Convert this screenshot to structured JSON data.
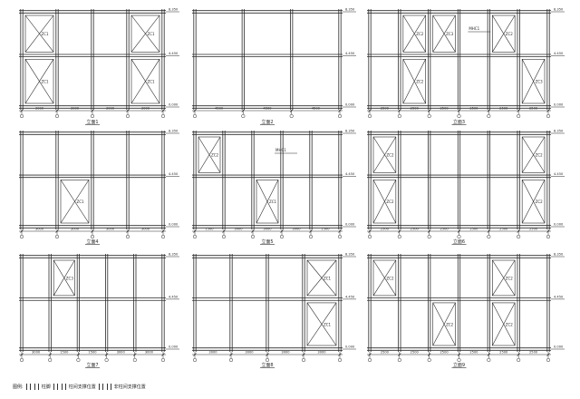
{
  "sheet_title": "",
  "panels": [
    {
      "id": "p1",
      "title": "立面1",
      "col_dims": [
        "3000",
        "3000",
        "3000",
        "3000"
      ],
      "row_marks": [
        "8.350",
        "4.450",
        "0.000"
      ],
      "braced_bays": [
        [
          0,
          0
        ],
        [
          0,
          1
        ],
        [
          3,
          0
        ],
        [
          3,
          1
        ]
      ],
      "brace_tags": [
        "ZC1",
        "ZC1",
        "ZC1",
        "ZC1"
      ]
    },
    {
      "id": "p2",
      "title": "立面2",
      "col_dims": [
        "4500",
        "4500",
        "4500"
      ],
      "row_marks": [
        "8.350",
        "4.450",
        "0.000"
      ],
      "braced_bays": [],
      "brace_tags": []
    },
    {
      "id": "p3",
      "title": "立面3",
      "col_dims": [
        "2500",
        "2500",
        "2500",
        "2500",
        "2500",
        "2500"
      ],
      "row_marks": [
        "8.350",
        "4.450",
        "0.000"
      ],
      "braced_bays": [
        [
          1,
          0
        ],
        [
          1,
          1
        ],
        [
          2,
          0
        ],
        [
          4,
          0
        ],
        [
          5,
          1
        ]
      ],
      "brace_tags": [
        "ZC2",
        "ZC2",
        "ZC3",
        "ZC2",
        "ZC3"
      ],
      "note": "MHC1"
    },
    {
      "id": "p4",
      "title": "立面4",
      "col_dims": [
        "3000",
        "3000",
        "3000",
        "3000"
      ],
      "row_marks": [
        "8.350",
        "4.450",
        "0.000"
      ],
      "braced_bays": [
        [
          1,
          1
        ]
      ],
      "brace_tags": [
        "ZC1"
      ]
    },
    {
      "id": "p5",
      "title": "立面5",
      "col_dims": [
        "1500",
        "3000",
        "3000",
        "3000",
        "1500"
      ],
      "row_marks": [
        "8.350",
        "4.450",
        "0.000"
      ],
      "braced_bays": [
        [
          0,
          0
        ],
        [
          2,
          1
        ]
      ],
      "brace_tags": [
        "ZC2",
        "ZC1"
      ],
      "note": "MHC1"
    },
    {
      "id": "p6",
      "title": "立面6",
      "col_dims": [
        "2500",
        "2500",
        "2500",
        "2500",
        "2500",
        "2500"
      ],
      "row_marks": [
        "8.350",
        "4.450",
        "0.000"
      ],
      "braced_bays": [
        [
          0,
          0
        ],
        [
          0,
          1
        ],
        [
          5,
          0
        ],
        [
          5,
          1
        ]
      ],
      "brace_tags": [
        "ZC2",
        "ZC2",
        "ZC2",
        "ZC2"
      ]
    },
    {
      "id": "p7",
      "title": "立面7",
      "col_dims": [
        "3000",
        "1500",
        "1500",
        "3000",
        "3000"
      ],
      "row_marks": [
        "8.350",
        "4.450",
        "0.000"
      ],
      "braced_bays": [
        [
          1,
          0
        ]
      ],
      "brace_tags": [
        "ZC3"
      ]
    },
    {
      "id": "p8",
      "title": "立面8",
      "col_dims": [
        "3000",
        "3000",
        "3000",
        "3000"
      ],
      "row_marks": [
        "8.350",
        "4.450",
        "0.000"
      ],
      "braced_bays": [
        [
          3,
          0
        ],
        [
          3,
          1
        ]
      ],
      "brace_tags": [
        "ZC1",
        "ZC1"
      ]
    },
    {
      "id": "p9",
      "title": "立面9",
      "col_dims": [
        "2500",
        "2500",
        "2500",
        "2500",
        "2500",
        "2500"
      ],
      "row_marks": [
        "8.350",
        "4.450",
        "0.000"
      ],
      "braced_bays": [
        [
          0,
          0
        ],
        [
          2,
          1
        ],
        [
          4,
          0
        ],
        [
          4,
          1
        ]
      ],
      "brace_tags": [
        "ZC2",
        "ZC2",
        "ZC2",
        "ZC2"
      ]
    }
  ],
  "legend": {
    "label": "图例:",
    "item1": "柱脚",
    "item2": "柱间支撑位置",
    "item3": "非柱间支撑位置"
  }
}
